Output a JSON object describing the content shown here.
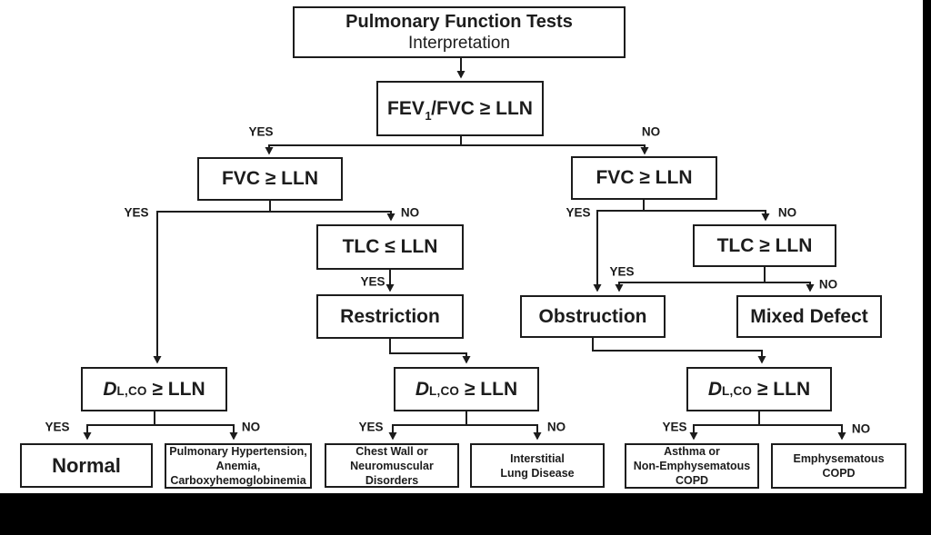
{
  "figure": {
    "title_line1": "Pulmonary Function Tests",
    "title_line2": "Interpretation"
  },
  "nodes": {
    "fev_fvc": {
      "pre": "FEV",
      "sub": "1",
      "post": "/FVC ≥ LLN"
    },
    "fvc_left": {
      "lines": [
        "FVC ≥ LLN"
      ]
    },
    "fvc_right": {
      "lines": [
        "FVC ≥ LLN"
      ]
    },
    "tlc_left": {
      "lines": [
        "TLC ≤ LLN"
      ]
    },
    "tlc_right": {
      "lines": [
        "TLC ≥ LLN"
      ]
    },
    "restriction": {
      "lines": [
        "Restriction"
      ]
    },
    "obstruction": {
      "lines": [
        "Obstruction"
      ]
    },
    "mixed_defect": {
      "lines": [
        "Mixed Defect"
      ]
    },
    "dlco": {
      "d": "D",
      "sub": "L,CO",
      "post": " ≥ LLN"
    },
    "normal": {
      "lines": [
        "Normal"
      ]
    },
    "pulm_htn": {
      "lines": [
        "Pulmonary Hypertension,",
        "Anemia,",
        "Carboxyhemoglobinemia"
      ]
    },
    "chest_wall": {
      "lines": [
        "Chest Wall or",
        "Neuromuscular",
        "Disorders"
      ]
    },
    "ild": {
      "lines": [
        "Interstitial",
        "Lung Disease"
      ]
    },
    "asthma": {
      "lines": [
        "Asthma or",
        "Non-Emphysematous",
        "COPD"
      ]
    },
    "emphysema": {
      "lines": [
        "Emphysematous",
        "COPD"
      ]
    }
  },
  "branches": {
    "fev_yes": "YES",
    "fev_no": "NO",
    "fvcL_yes": "YES",
    "fvcL_no": "NO",
    "fvcR_yes": "YES",
    "fvcR_no": "NO",
    "tlcL_yes": "YES",
    "tlcR_yes": "YES",
    "tlcR_no": "NO",
    "dlcoL_yes": "YES",
    "dlcoL_no": "NO",
    "dlcoM_yes": "YES",
    "dlcoM_no": "NO",
    "dlcoR_yes": "YES",
    "dlcoR_no": "NO"
  },
  "colors": {
    "line": "#1c1c1c",
    "text": "#1c1c1c",
    "background": "#ffffff",
    "matte": "#000000"
  }
}
